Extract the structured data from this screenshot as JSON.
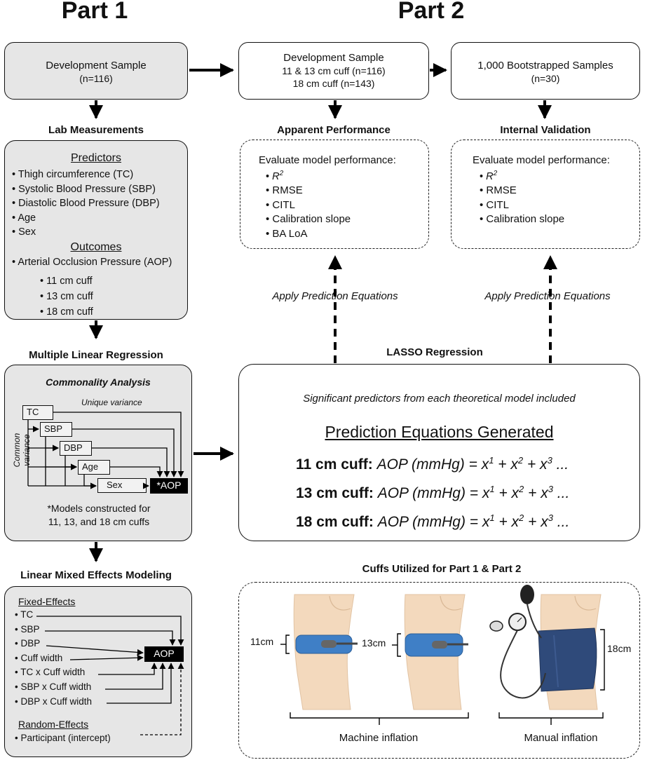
{
  "parts": {
    "part1": "Part 1",
    "part2": "Part 2"
  },
  "dev_sample_p1": {
    "title": "Development Sample",
    "n": "(n=116)"
  },
  "dev_sample_p2": {
    "title": "Development Sample",
    "line1": "11 & 13 cm cuff (n=116)",
    "line2": "18 cm cuff (n=143)"
  },
  "bootstrap": {
    "title": "1,000 Bootstrapped Samples",
    "n": "(n=30)"
  },
  "lab": {
    "header": "Lab Measurements",
    "predictors_title": "Predictors",
    "predictors": [
      "Thigh circumference (TC)",
      "Systolic Blood Pressure (SBP)",
      "Diastolic Blood Pressure (DBP)",
      "Age",
      "Sex"
    ],
    "outcomes_title": "Outcomes",
    "outcome": "Arterial Occlusion Pressure (AOP)",
    "cuffs": [
      "11 cm cuff",
      "13 cm cuff",
      "18 cm cuff"
    ]
  },
  "apparent": {
    "header": "Apparent Performance",
    "intro": "Evaluate model performance:",
    "r2": "R",
    "r2_sup": "2",
    "items": [
      "RMSE",
      "CITL",
      "Calibration slope",
      "BA LoA"
    ]
  },
  "internal": {
    "header": "Internal Validation",
    "intro": "Evaluate model performance:",
    "r2": "R",
    "r2_sup": "2",
    "items": [
      "RMSE",
      "CITL",
      "Calibration slope"
    ]
  },
  "apply_label": "Apply Prediction Equations",
  "mlr": {
    "header": "Multiple Linear Regression",
    "title": "Commonality Analysis",
    "unique": "Unique variance",
    "common": "Common variance",
    "vars": [
      "TC",
      "SBP",
      "DBP",
      "Age",
      "Sex"
    ],
    "outcome": "*AOP",
    "note1": "*Models constructed for",
    "note2": "11, 13, and 18 cm cuffs"
  },
  "lasso": {
    "header": "LASSO Regression",
    "subtitle": "Significant predictors from each theoretical model included",
    "eq_title": "Prediction Equations Generated",
    "equations": [
      {
        "label": "11 cm cuff:",
        "lhs": "AOP (mmHg) = x",
        "b": " + x",
        "c": " + x",
        "tail": " ..."
      },
      {
        "label": "13 cm cuff:",
        "lhs": "AOP (mmHg) = x",
        "b": " + x",
        "c": " + x",
        "tail": " ..."
      },
      {
        "label": "18 cm cuff:",
        "lhs": "AOP (mmHg) = x",
        "b": " + x",
        "c": " + x",
        "tail": " ..."
      }
    ],
    "sups": [
      "1",
      "2",
      "3"
    ]
  },
  "lmm": {
    "header": "Linear Mixed Effects Modeling",
    "fixed_title": "Fixed-Effects",
    "fixed": [
      "TC",
      "SBP",
      "DBP",
      "Cuff width",
      "TC x Cuff width",
      "SBP x Cuff width",
      "DBP x Cuff width"
    ],
    "outcome": "AOP",
    "random_title": "Random-Effects",
    "random": "Participant (intercept)"
  },
  "cuffs": {
    "header": "Cuffs Utilized for Part 1 & Part 2",
    "labels": [
      "11cm",
      "13cm",
      "18cm"
    ],
    "machine": "Machine inflation",
    "manual": "Manual inflation"
  },
  "colors": {
    "grey_box": "#e6e6e6",
    "cuff_blue": "#3f7fc6",
    "cuff_navy": "#2f4a7a",
    "skin": "#f3d9bd"
  }
}
